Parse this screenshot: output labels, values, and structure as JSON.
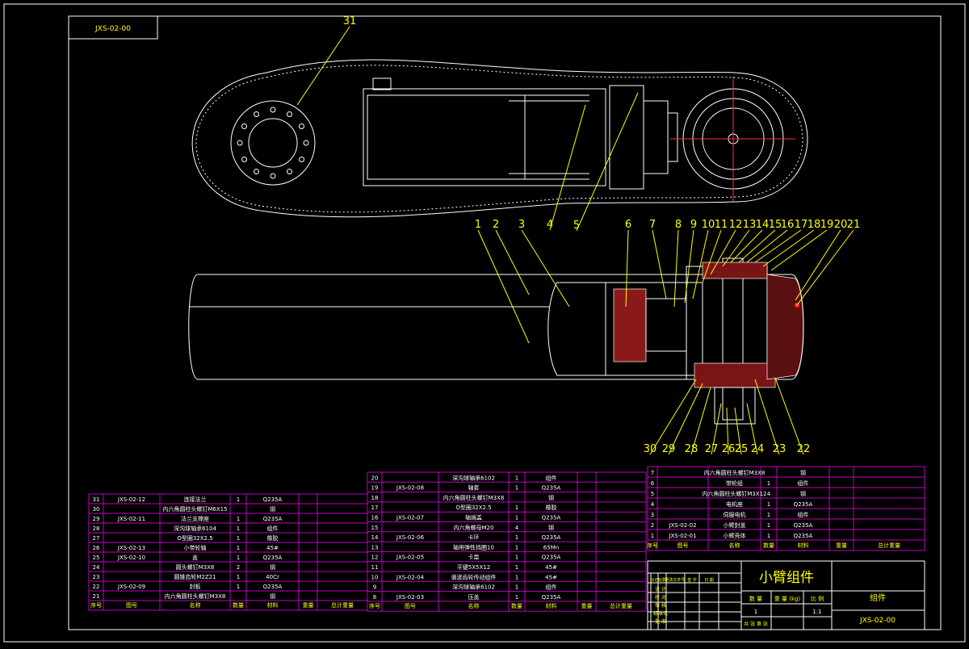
{
  "drawing": {
    "code_tag": "JXS-02-00",
    "title": "小臂组件",
    "type_label": "组件",
    "drawing_no": "JXS-02-00",
    "qty": "1",
    "scale": "1:1",
    "col_qty": "数 量",
    "col_weight": "重 量 (kg)",
    "col_scale": "比 例"
  },
  "colors": {
    "outline": "#ffffff",
    "frame": "#ffffff",
    "table_line": "#c000c0",
    "text": "#ffff00",
    "hatch": "#ff3030"
  },
  "balloons": [
    "31",
    "4",
    "5",
    "1",
    "2",
    "3",
    "6",
    "7",
    "8",
    "9",
    "10",
    "11",
    "12",
    "13",
    "14",
    "15",
    "16",
    "17",
    "18",
    "19",
    "20",
    "21",
    "30",
    "29",
    "28",
    "27",
    "26",
    "25",
    "24",
    "23",
    "22"
  ],
  "bom_header": {
    "no": "序号",
    "code": "图号",
    "name": "名称",
    "qty": "数量",
    "material": "材料",
    "weight": "重量",
    "total": "总计重量"
  },
  "bom_left": [
    {
      "no": "31",
      "code": "JXS-02-12",
      "name": "连接法兰",
      "qty": "1",
      "mat": "Q235A"
    },
    {
      "no": "30",
      "code": "",
      "name": "内六角圆柱头螺钉M6X15",
      "qty": "",
      "mat": "钢"
    },
    {
      "no": "29",
      "code": "JXS-02-11",
      "name": "法兰支撑座",
      "qty": "1",
      "mat": "Q235A"
    },
    {
      "no": "28",
      "code": "",
      "name": "深沟球轴承6104",
      "qty": "1",
      "mat": "组件"
    },
    {
      "no": "27",
      "code": "",
      "name": "O型圈32X2.5",
      "qty": "1",
      "mat": "橡胶"
    },
    {
      "no": "26",
      "code": "JXS-02-13",
      "name": "小带轮轴",
      "qty": "1",
      "mat": "45#"
    },
    {
      "no": "25",
      "code": "JXS-02-10",
      "name": "盖",
      "qty": "1",
      "mat": "Q235A"
    },
    {
      "no": "24",
      "code": "",
      "name": "圆头螺钉M3X8",
      "qty": "2",
      "mat": "钢"
    },
    {
      "no": "23",
      "code": "",
      "name": "圆锥齿轮M2Z21",
      "qty": "1",
      "mat": "40Cr"
    },
    {
      "no": "22",
      "code": "JXS-02-09",
      "name": "封板",
      "qty": "1",
      "mat": "Q235A"
    },
    {
      "no": "21",
      "code": "",
      "name": "内六角圆柱头螺钉M3X8",
      "qty": "",
      "mat": "钢"
    }
  ],
  "bom_mid": [
    {
      "no": "20",
      "code": "",
      "name": "深沟球轴承6102",
      "qty": "1",
      "mat": "组件"
    },
    {
      "no": "19",
      "code": "JXS-02-08",
      "name": "轴套",
      "qty": "1",
      "mat": "Q235A"
    },
    {
      "no": "18",
      "code": "",
      "name": "内六角圆柱头螺钉M3X8",
      "qty": "",
      "mat": "钢"
    },
    {
      "no": "17",
      "code": "",
      "name": "O型圈32X2.5",
      "qty": "1",
      "mat": "橡胶"
    },
    {
      "no": "16",
      "code": "JXS-02-07",
      "name": "轴端盖",
      "qty": "1",
      "mat": "Q235A"
    },
    {
      "no": "15",
      "code": "",
      "name": "内六角螺母M20",
      "qty": "4",
      "mat": "钢"
    },
    {
      "no": "14",
      "code": "JXS-02-06",
      "name": "卡环",
      "qty": "1",
      "mat": "Q235A"
    },
    {
      "no": "13",
      "code": "",
      "name": "轴用弹性挡圈10",
      "qty": "1",
      "mat": "65Mn"
    },
    {
      "no": "12",
      "code": "JXS-02-05",
      "name": "卡盘",
      "qty": "1",
      "mat": "Q235A"
    },
    {
      "no": "11",
      "code": "",
      "name": "平键5X5X12",
      "qty": "1",
      "mat": "45#"
    },
    {
      "no": "10",
      "code": "JXS-02-04",
      "name": "谐波齿轮传动组件",
      "qty": "1",
      "mat": "45#"
    },
    {
      "no": "9",
      "code": "",
      "name": "深沟球轴承6102",
      "qty": "1",
      "mat": "组件"
    },
    {
      "no": "8",
      "code": "JXS-02-03",
      "name": "压盖",
      "qty": "1",
      "mat": "Q235A"
    }
  ],
  "bom_right": [
    {
      "no": "7",
      "code": "",
      "name": "内六角圆柱头螺钉M3X8",
      "qty": "",
      "mat": "钢"
    },
    {
      "no": "6",
      "code": "",
      "name": "带轮组",
      "qty": "1",
      "mat": "组件"
    },
    {
      "no": "5",
      "code": "",
      "name": "内六角圆柱头螺钉M3X12",
      "qty": "4",
      "mat": "钢"
    },
    {
      "no": "4",
      "code": "",
      "name": "电机座",
      "qty": "1",
      "mat": "Q235A"
    },
    {
      "no": "3",
      "code": "",
      "name": "伺服电机",
      "qty": "1",
      "mat": "组件"
    },
    {
      "no": "2",
      "code": "JXS-02-02",
      "name": "小臂封盖",
      "qty": "1",
      "mat": "Q235A"
    },
    {
      "no": "1",
      "code": "JXS-02-01",
      "name": "小臂壳体",
      "qty": "1",
      "mat": "Q235A"
    }
  ],
  "title_block": {
    "rev_cols": [
      "标记",
      "处数",
      "更改文件号",
      "签 字",
      "日 期"
    ],
    "roles": [
      "设 计",
      "校 对",
      "审 核",
      "标准化",
      "批 准"
    ],
    "total_label": "共 张 第 张"
  }
}
